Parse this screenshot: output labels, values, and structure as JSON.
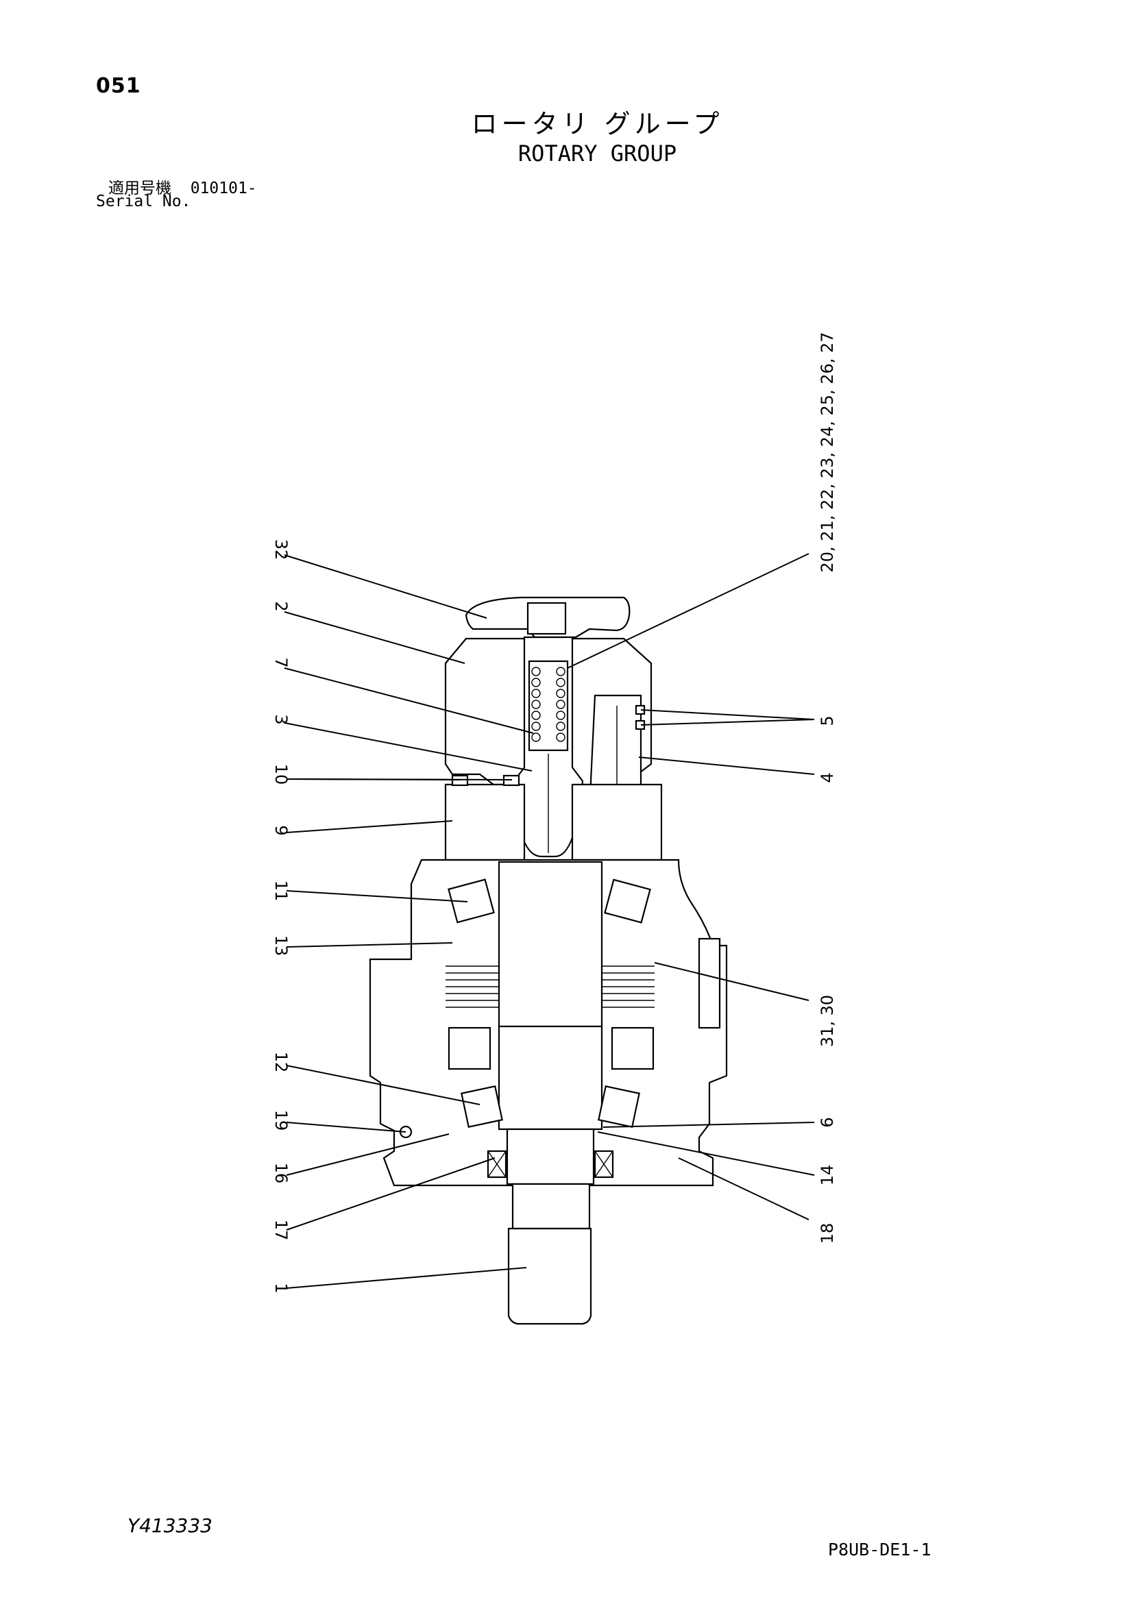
{
  "header": {
    "page_number": "051",
    "title_jp": "ロータリ グループ",
    "title_en": "ROTARY GROUP",
    "serial_label_jp": "適用号機",
    "serial_value": "010101-",
    "serial_label_en": "Serial No."
  },
  "footer": {
    "document_id": "Y413333",
    "figure_ref": "P8UB-DE1-1"
  },
  "callouts": {
    "c32": "32",
    "c2": "2",
    "c7": "7",
    "c3": "3",
    "c10": "10",
    "c9": "9",
    "c11": "11",
    "c13": "13",
    "c12": "12",
    "c19": "19",
    "c16": "16",
    "c17": "17",
    "c1": "1",
    "c20_27": "20, 21, 22, 23, 24, 25, 26, 27",
    "c5": "5",
    "c4": "4",
    "c31_30": "31, 30",
    "c6": "6",
    "c14": "14",
    "c18": "18"
  }
}
